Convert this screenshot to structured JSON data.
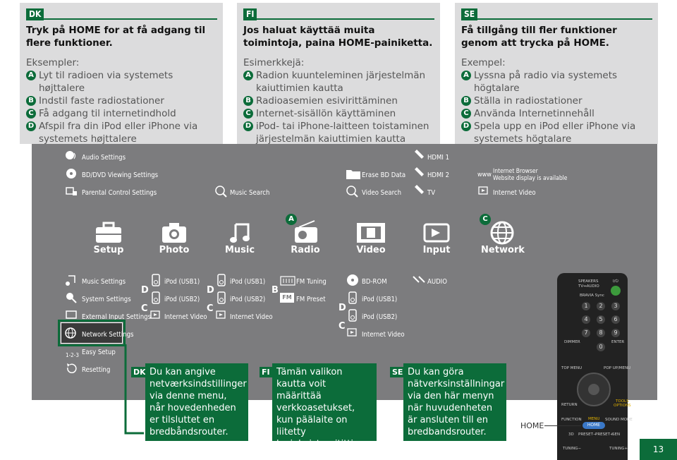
{
  "top": {
    "dk": {
      "tag": "DK",
      "heading": "Tryk på HOME for at få adgang til flere funktioner.",
      "examples": "Eksempler:",
      "items": [
        [
          "A",
          "Lyt til radioen via systemets højttalere"
        ],
        [
          "B",
          "Indstil faste radiostationer"
        ],
        [
          "C",
          "Få adgang til internetindhold"
        ],
        [
          "D",
          "Afspil fra din iPod eller iPhone via"
        ]
      ],
      "cont": "systemets højttalere"
    },
    "fi": {
      "tag": "FI",
      "heading": "Jos haluat käyttää muita toimintoja, paina HOME-painiketta.",
      "examples": "Esimerkkejä:",
      "items": [
        [
          "A",
          "Radion kuunteleminen järjestelmän"
        ],
        [
          "",
          "kaiuttimien kautta"
        ],
        [
          "B",
          "Radioasemien esivirittäminen"
        ],
        [
          "C",
          "Internet-sisällön käyttäminen"
        ],
        [
          "D",
          "iPod- tai iPhone-laitteen toistaminen"
        ]
      ],
      "cont": "järjestelmän kaiuttimien kautta"
    },
    "se": {
      "tag": "SE",
      "heading": "Få tillgång till fler funktioner genom att trycka på HOME.",
      "examples": "Exempel:",
      "items": [
        [
          "A",
          "Lyssna på radio via systemets högtalare"
        ],
        [
          "B",
          "Ställa in radiostationer"
        ],
        [
          "C",
          "Använda Internetinnehåll"
        ],
        [
          "D",
          "Spela upp en iPod eller iPhone via"
        ]
      ],
      "cont": "systemets högtalare"
    }
  },
  "upper_items": {
    "audio_settings": "Audio Settings",
    "bd_dvd": "BD/DVD Viewing Settings",
    "parental": "Parental Control Settings",
    "music_search": "Music Search",
    "erase_bd": "Erase BD Data",
    "video_search": "Video Search",
    "hdmi1": "HDMI 1",
    "hdmi2": "HDMI 2",
    "tv": "TV",
    "internet_browser": "Internet Browser",
    "website_display": "Website display is available",
    "www": "www",
    "internet_video": "Internet Video"
  },
  "categories": [
    "Setup",
    "Photo",
    "Music",
    "Radio",
    "Video",
    "Input",
    "Network"
  ],
  "cat_letters": {
    "radio": "A",
    "network": "C"
  },
  "lower": {
    "setup": [
      "Music Settings",
      "System Settings",
      "External Input Settings",
      "Network Settings",
      "Easy Setup",
      "Resetting"
    ],
    "easy_setup_num": "1-2-3",
    "photo": [
      "iPod (USB1)",
      "iPod (USB2)",
      "Internet Video"
    ],
    "photo_letters": [
      "D",
      "C"
    ],
    "music": [
      "iPod (USB1)",
      "iPod (USB2)",
      "Internet Video"
    ],
    "music_letters": [
      "D",
      "C"
    ],
    "radio": [
      "FM Tuning",
      "FM Preset"
    ],
    "radio_letter": "B",
    "fm_badge": "FM",
    "video": [
      "BD-ROM",
      "iPod (USB1)",
      "iPod (USB2)",
      "Internet Video"
    ],
    "video_letters": [
      "D",
      "C"
    ],
    "input": [
      "AUDIO"
    ]
  },
  "notes": {
    "dk": {
      "tag": "DK",
      "text": "Du kan angive netværksindstillinger via denne menu, når hovedenheden er tilsluttet en bredbåndsrouter."
    },
    "fi": {
      "tag": "FI",
      "text": "Tämän valikon kautta voit määrittää verkkoasetukset, kun päälaite on liitetty laajakaistareitittimeen."
    },
    "se": {
      "tag": "SE",
      "text": "Du kan göra nätverksinställningar via den här menyn när huvudenheten är ansluten till en bredbandsrouter."
    }
  },
  "remote": {
    "home_callout": "HOME",
    "labels": {
      "speakers": "SPEAKERS",
      "tv_audio": "TV↔AUDIO",
      "bravia": "BRAVIA Sync",
      "dimmer": "DIMMER",
      "enter": "ENTER",
      "top_menu": "TOP MENU",
      "popup": "POP UP/MENU",
      "return": "RETURN",
      "tools": "TOOLS",
      "options": "OPTIONS",
      "function": "FUNCTION",
      "menu": "MENU",
      "sound_mode": "SOUND MODE",
      "home": "HOME",
      "d3": "3D",
      "preset_minus": "PRESET−",
      "preset_plus": "PRESET+",
      "sen": "SEN",
      "tuning_minus": "TUNING−",
      "tuning_plus": "TUNING+",
      "power": "I/⏻"
    },
    "digits": [
      "1",
      "2",
      "3",
      "4",
      "5",
      "6",
      "7",
      "8",
      "9",
      "0"
    ]
  },
  "page_number": "13",
  "accent": "#0c6c3a",
  "panel_color": "#7c7c7e"
}
